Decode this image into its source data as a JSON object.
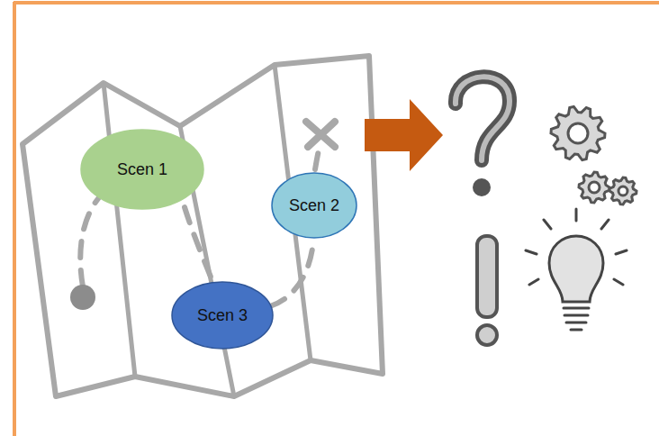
{
  "diagram": {
    "nodes": [
      {
        "text": [
          "Scen 1"
        ]
      },
      {
        "text": [
          "Scen 2"
        ]
      },
      {
        "text": [
          "Scen 3"
        ]
      }
    ]
  }
}
